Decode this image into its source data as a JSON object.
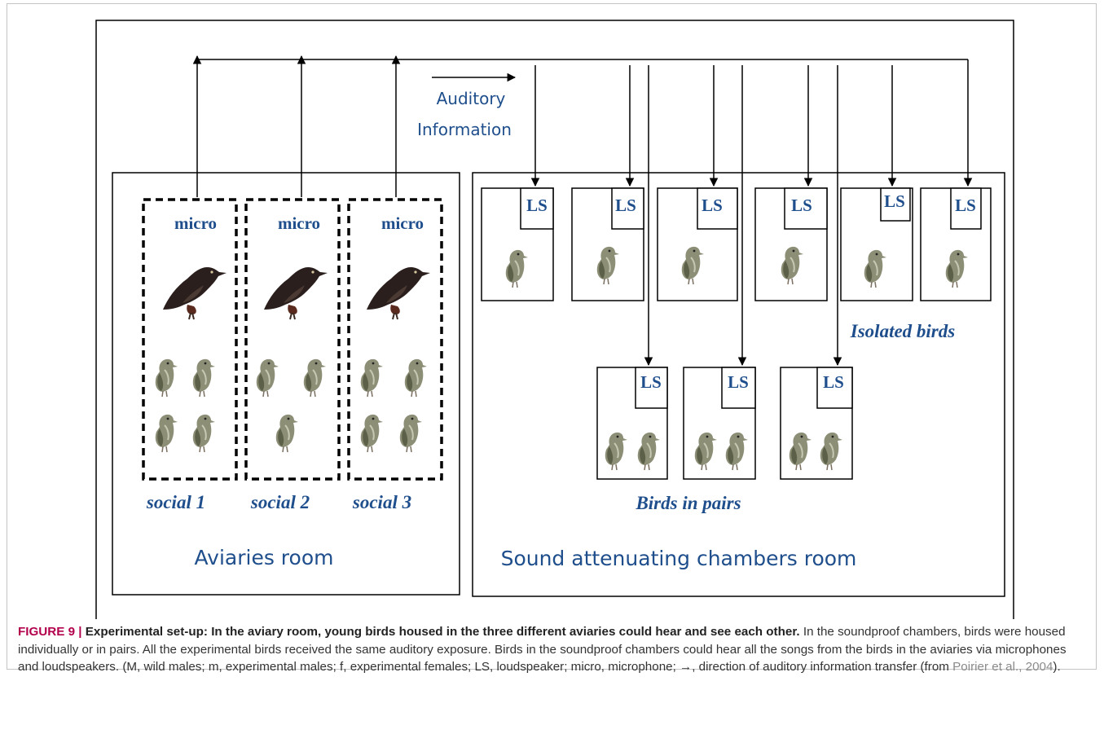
{
  "labels": {
    "micro": "micro",
    "ls": "LS",
    "auditory_line1": "Auditory",
    "auditory_line2": "Information",
    "social1": "social 1",
    "social2": "social 2",
    "social3": "social 3",
    "isolated_birds": "Isolated birds",
    "birds_in_pairs": "Birds in pairs",
    "aviaries_room": "Aviaries room",
    "chambers_room": "Sound attenuating chambers room"
  },
  "caption": {
    "figure_label": "FIGURE 9 |",
    "title_bold": "Experimental set-up: In the aviary room, young birds housed in the three different aviaries could hear and see each other.",
    "body": "In the soundproof chambers, birds were housed individually or in pairs. All the experimental birds received the same auditory exposure. Birds in the soundproof chambers could hear all the songs from the birds in the aviaries via microphones and loudspeakers. (M, wild males; m, experimental males; f, experimental females; LS, loudspeaker; micro, microphone; →, direction of auditory information transfer (from",
    "reference": "Poirier et al., 2004",
    "closing": ")."
  },
  "colors": {
    "label_blue": "#1f4e8c",
    "caption_accent": "#b3004c",
    "reference_gray": "#8a8a8a"
  },
  "icons": {
    "wild_male": "dark-starling-icon",
    "young_bird": "young-starling-icon",
    "flow_arrow": "arrow-right-icon"
  }
}
